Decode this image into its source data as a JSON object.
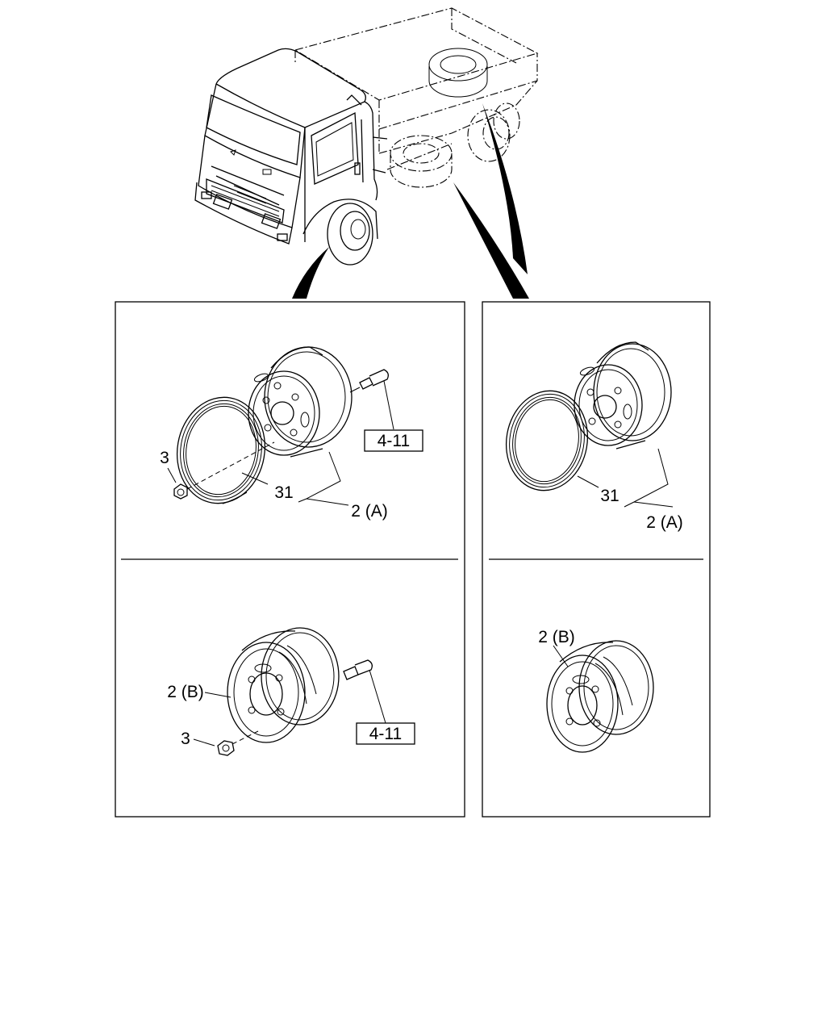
{
  "diagram": {
    "panels": {
      "left": {
        "top": {
          "callout_ref": "4-11",
          "label_nut": "3",
          "label_tire": "31",
          "label_wheel": "2 (A)"
        },
        "bottom": {
          "callout_ref": "4-11",
          "label_nut": "3",
          "label_wheel": "2 (B)"
        }
      },
      "right": {
        "top": {
          "label_tire": "31",
          "label_wheel": "2 (A)"
        },
        "bottom": {
          "label_wheel": "2 (B)"
        }
      }
    },
    "colors": {
      "line": "#000000",
      "background": "#ffffff"
    }
  }
}
